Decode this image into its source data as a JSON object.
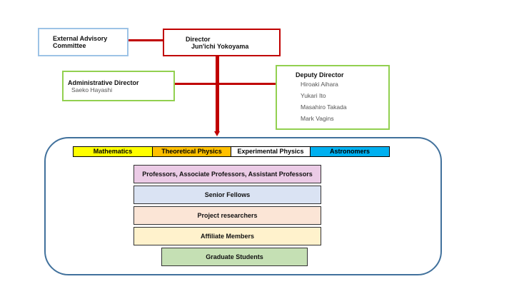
{
  "external": {
    "title": "External Advisory",
    "title2": "Committee"
  },
  "director": {
    "title": "Director",
    "name": "Jun'ichi Yokoyama"
  },
  "admin": {
    "title": "Administrative Director",
    "name": "Saeko Hayashi"
  },
  "deputy": {
    "title": "Deputy Director",
    "names": [
      "Hiroaki Aihara",
      "Yukari Ito",
      "Masahiro Takada",
      "Mark Vagins"
    ]
  },
  "departments": [
    {
      "label": "Mathematics",
      "color": "#ffff00"
    },
    {
      "label": "Theoretical Physics",
      "color": "#ffc000"
    },
    {
      "label": "Experimental Physics",
      "color": "#ffffff"
    },
    {
      "label": "Astronomers",
      "color": "#00b0f0"
    }
  ],
  "members": [
    {
      "label": "Professors, Associate Professors, Assistant Professors",
      "color": "#ebcbe6"
    },
    {
      "label": "Senior Fellows",
      "color": "#dae3f3"
    },
    {
      "label": "Project researchers",
      "color": "#fbe5d6"
    },
    {
      "label": "Affiliate Members",
      "color": "#fff2cc"
    },
    {
      "label": "Graduate Students",
      "color": "#c5e0b4"
    }
  ]
}
